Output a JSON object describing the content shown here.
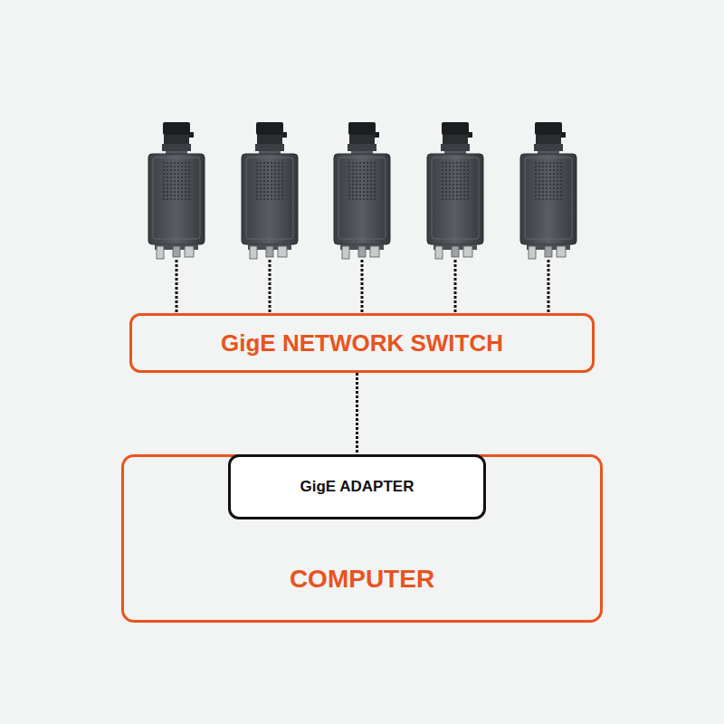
{
  "diagram": {
    "nodes": [
      {
        "text": [
          "GigE NETWORK SWITCH"
        ]
      },
      {
        "text": [
          "COMPUTER"
        ]
      },
      {
        "text": [
          "GigE ADAPTER"
        ],
        "in": 1
      }
    ],
    "edges": [
      {
        "from": 0,
        "to": 2,
        "arrow": "none"
      }
    ]
  }
}
